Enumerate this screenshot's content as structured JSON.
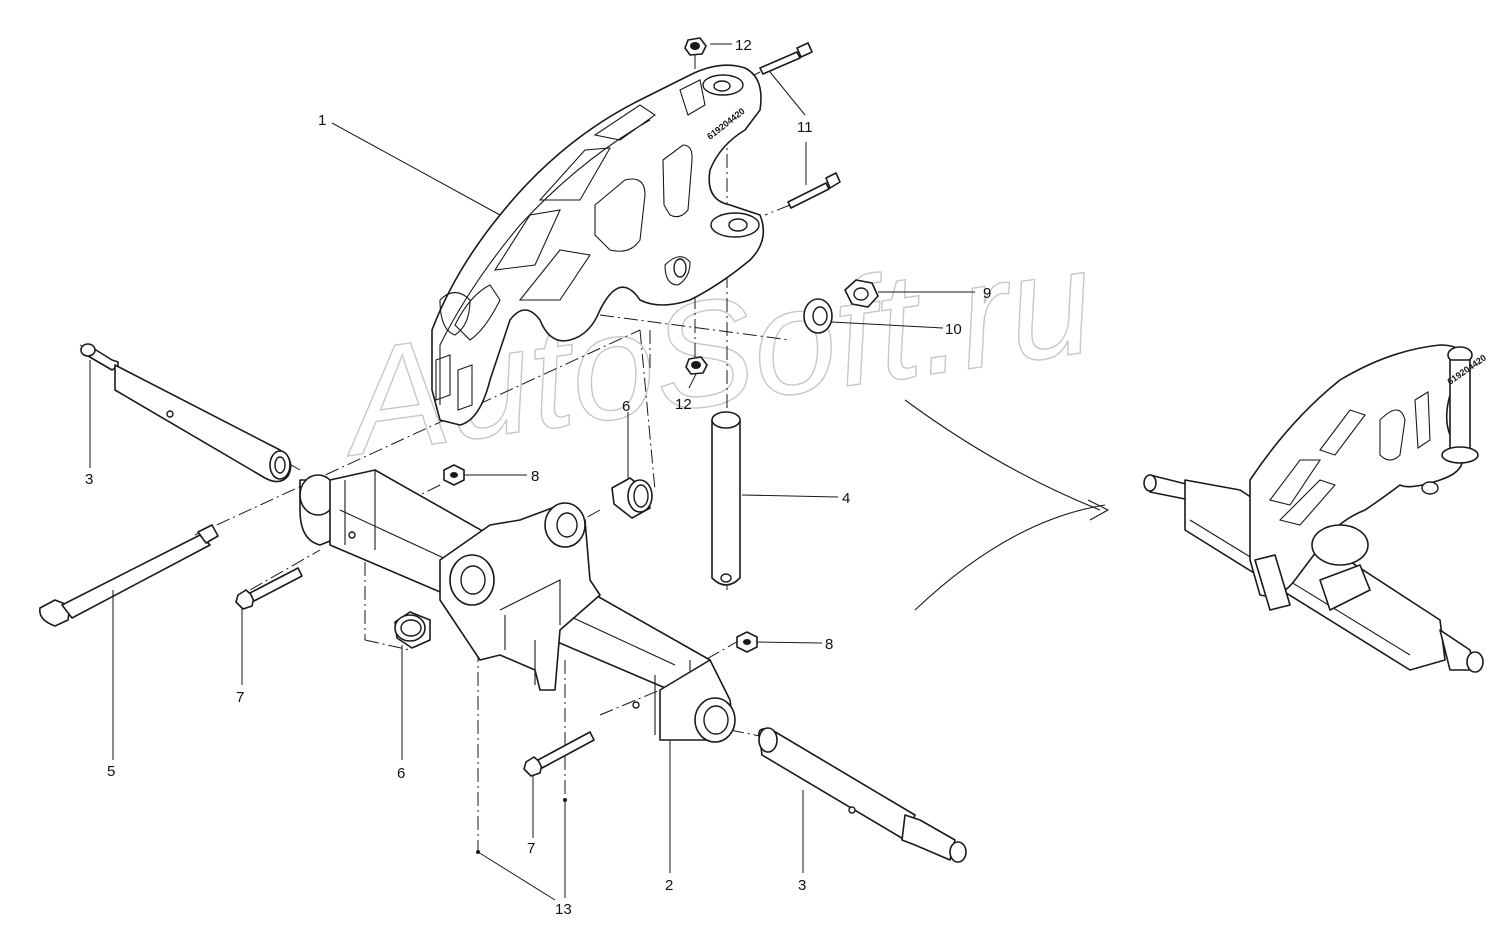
{
  "watermark": {
    "text": "AutoSoft.ru"
  },
  "part_code": "619204420",
  "callouts": [
    {
      "id": "c1",
      "label": "1"
    },
    {
      "id": "c2",
      "label": "2"
    },
    {
      "id": "c3a",
      "label": "3"
    },
    {
      "id": "c3b",
      "label": "3"
    },
    {
      "id": "c4",
      "label": "4"
    },
    {
      "id": "c5",
      "label": "5"
    },
    {
      "id": "c6a",
      "label": "6"
    },
    {
      "id": "c6b",
      "label": "6"
    },
    {
      "id": "c7a",
      "label": "7"
    },
    {
      "id": "c7b",
      "label": "7"
    },
    {
      "id": "c8a",
      "label": "8"
    },
    {
      "id": "c8b",
      "label": "8"
    },
    {
      "id": "c9",
      "label": "9"
    },
    {
      "id": "c10",
      "label": "10"
    },
    {
      "id": "c11",
      "label": "11"
    },
    {
      "id": "c12a",
      "label": "12"
    },
    {
      "id": "c12b",
      "label": "12"
    },
    {
      "id": "c13",
      "label": "13"
    }
  ]
}
